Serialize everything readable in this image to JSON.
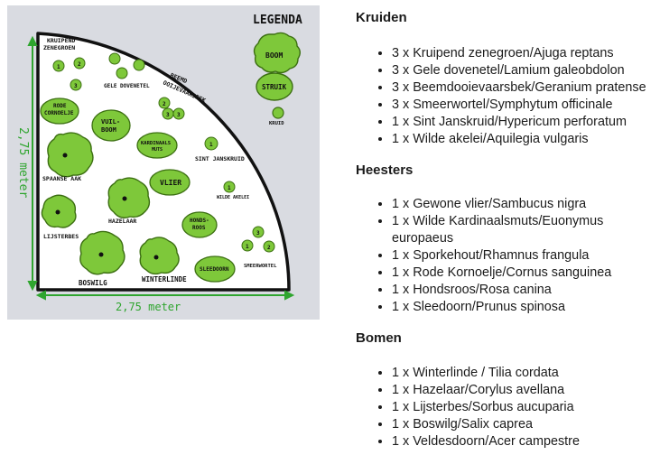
{
  "colors": {
    "panel_bg": "#d9dbe1",
    "bush_green": "#7ec83a",
    "dimension_green": "#2fa52f"
  },
  "plan": {
    "legend_title": "LEGENDA",
    "legend": {
      "tree": "BOOM",
      "shrub": "STRUIK",
      "herb": "KRUID"
    },
    "dim_vertical": "2,75 meter",
    "dim_horizontal": "2,75 meter",
    "labels": {
      "kruipend_l1": "KRUIPEND",
      "kruipend_l2": "ZENEGROEN",
      "gele_dovenetel": "GELE DOVENETEL",
      "beemd_l1": "BEEMD",
      "beemd_l2": "OOIJEVAARSBEK",
      "rode_l1": "RODE",
      "rode_l2": "CORNOELJE",
      "vuil_l1": "VUIL-",
      "vuil_l2": "BOOM",
      "kard_l1": "KARDINAALS",
      "kard_l2": "MUTS",
      "sint_jan": "SINT JANSKRUID",
      "spaanse_aak": "SPAANSE AAK",
      "vlier": "VLIER",
      "wilde_akelei": "WILDE AKELEI",
      "hazelaar": "HAZELAAR",
      "honds_l1": "HONDS-",
      "honds_l2": "ROOS",
      "lijsterbes": "LIJSTERBES",
      "smeerwortel": "SMEERWORTEL",
      "sleedoorn": "SLEEDOORN",
      "boswilg": "BOSWILG",
      "winterlinde": "WINTERLINDE"
    },
    "herb_numbers": [
      "1",
      "2",
      "3",
      "3",
      "3",
      "2",
      "1",
      "1",
      "1",
      "2",
      "3"
    ]
  },
  "sections": [
    {
      "title": "Kruiden",
      "items": [
        "3 x Kruipend zenegroen/Ajuga reptans",
        "3 x Gele dovenetel/Lamium galeobdolon",
        "3 x Beemdooievaarsbek/Geranium pratense",
        "3 x Smeerwortel/Symphytum officinale",
        "1 x Sint Janskruid/Hypericum perforatum",
        "1 x Wilde akelei/Aquilegia vulgaris"
      ]
    },
    {
      "title": "Heesters",
      "items": [
        "1 x Gewone vlier/Sambucus nigra",
        "1 x Wilde Kardinaalsmuts/Euonymus europaeus",
        "1 x Sporkehout/Rhamnus frangula",
        "1 x Rode Kornoelje/Cornus sanguinea",
        "1 x Hondsroos/Rosa canina",
        "1 x Sleedoorn/Prunus spinosa"
      ]
    },
    {
      "title": "Bomen",
      "items": [
        "1 x Winterlinde / Tilia cordata",
        "1 x Hazelaar/Corylus avellana",
        "1 x Lijsterbes/Sorbus aucuparia",
        "1 x Boswilg/Salix caprea",
        "1 x Veldesdoorn/Acer campestre"
      ]
    }
  ]
}
